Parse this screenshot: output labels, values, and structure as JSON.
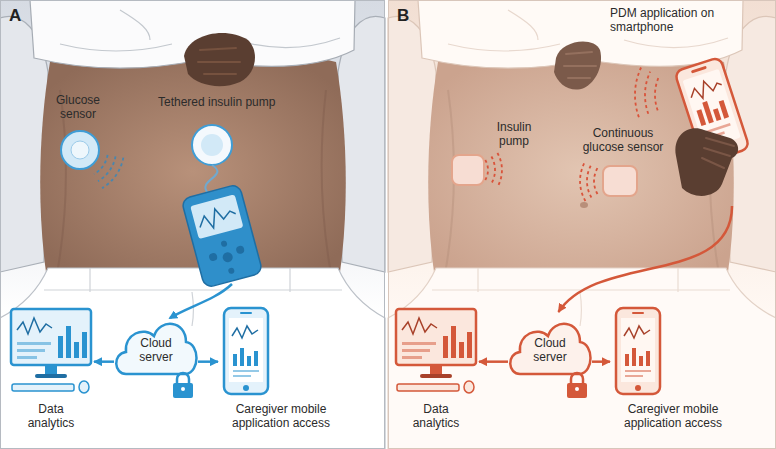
{
  "diagram": {
    "nodes": [
      {
        "text": [
          "A"
        ]
      },
      {
        "text": [
          "Cloud server"
        ],
        "in": 0
      },
      {
        "text": [
          "Data analytics"
        ],
        "in": 0
      },
      {
        "text": [
          "Caregiver mobile application access"
        ],
        "in": 0
      },
      {
        "text": [
          "B"
        ]
      },
      {
        "text": [
          "PDM application on smartphone"
        ],
        "in": 4
      },
      {
        "text": [
          "Cloud server"
        ],
        "in": 4
      },
      {
        "text": [
          "Data analytics"
        ],
        "in": 4
      },
      {
        "text": [
          "Caregiver mobile application access"
        ],
        "in": 4
      }
    ],
    "edges": [
      {
        "from": 1,
        "to": 2,
        "arrow": "to"
      },
      {
        "from": 1,
        "to": 3,
        "arrow": "to"
      },
      {
        "from": 5,
        "to": 6,
        "arrow": "to"
      },
      {
        "from": 6,
        "to": 7,
        "arrow": "to"
      },
      {
        "from": 6,
        "to": 8,
        "arrow": "to"
      }
    ],
    "labels": [
      "Glucose sensor",
      "Tethered insulin pump",
      "Insulin pump",
      "Continuous glucose sensor"
    ]
  }
}
